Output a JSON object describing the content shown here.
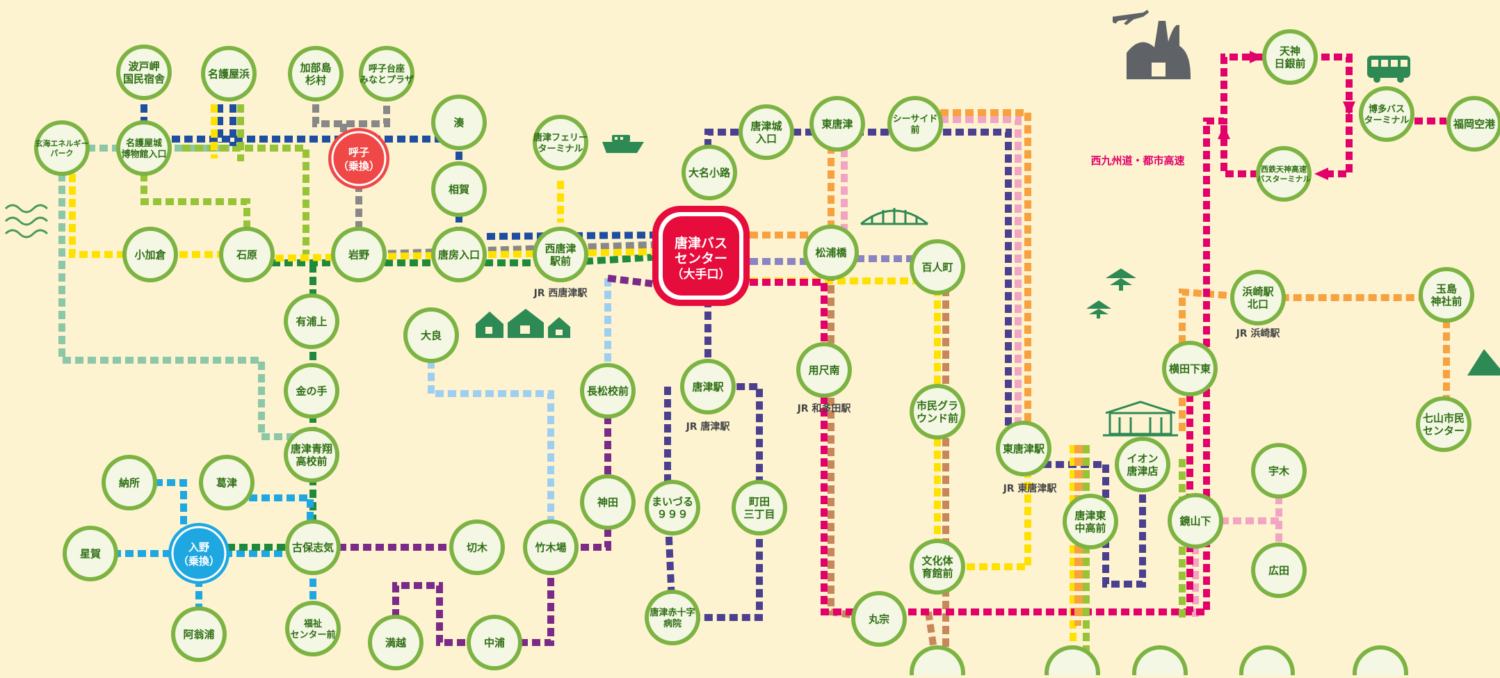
{
  "map_title": "",
  "colors": {
    "background": "#fdf3d0",
    "stop_fill": "#7cb342",
    "stop_inner": "#f3f7e4",
    "stop_text": "#2f6e14",
    "hub_red": "#e60c3c",
    "transfer_red": "#f04747",
    "transfer_blue": "#1ea7e1",
    "highway_magenta": "#e2006a",
    "line_orange": "#f7a13f",
    "line_blue": "#1e4ea0",
    "line_navy": "#4b3f8f",
    "line_green": "#1f8a3c",
    "line_lightgreen": "#97c337",
    "line_mint": "#8cc8a8",
    "line_skyblue": "#9ecff1",
    "line_purple": "#7b2a88",
    "line_pink": "#f2a4c3",
    "line_yellow": "#ffe100",
    "line_brown": "#c8875a",
    "line_lavender": "#8a85c2",
    "icon_gray": "#5f6368"
  },
  "hub": {
    "lines": [
      "唐津バス",
      "センター",
      "（大手口）"
    ]
  },
  "stops": [
    {
      "id": "hadomisaki",
      "lines": [
        "波戸岬",
        "国民宿舎"
      ]
    },
    {
      "id": "nagoyahama",
      "lines": [
        "名護屋浜"
      ]
    },
    {
      "id": "kabeshima",
      "lines": [
        "加部島",
        "杉村"
      ]
    },
    {
      "id": "yobukodai",
      "lines": [
        "呼子台座",
        "みなとプラザ"
      ]
    },
    {
      "id": "genkai",
      "lines": [
        "玄海エネルギー",
        "パーク"
      ]
    },
    {
      "id": "nagoyajo",
      "lines": [
        "名護屋城",
        "博物館入口"
      ]
    },
    {
      "id": "minato",
      "lines": [
        "湊"
      ]
    },
    {
      "id": "ferry",
      "lines": [
        "唐津フェリー",
        "ターミナル"
      ]
    },
    {
      "id": "karatsujo",
      "lines": [
        "唐津城",
        "入口"
      ]
    },
    {
      "id": "higashikaratsu",
      "lines": [
        "東唐津"
      ]
    },
    {
      "id": "seaside",
      "lines": [
        "シーサイド",
        "前"
      ]
    },
    {
      "id": "ohmyo",
      "lines": [
        "大名小路"
      ]
    },
    {
      "id": "ouga",
      "lines": [
        "相賀"
      ]
    },
    {
      "id": "okago",
      "lines": [
        "小加倉"
      ]
    },
    {
      "id": "ishiwara",
      "lines": [
        "石原"
      ]
    },
    {
      "id": "iwano",
      "lines": [
        "岩野"
      ]
    },
    {
      "id": "karabo",
      "lines": [
        "唐房入口"
      ]
    },
    {
      "id": "nishikaratsu",
      "lines": [
        "西唐津",
        "駅前"
      ]
    },
    {
      "id": "matsuurabashi",
      "lines": [
        "松浦橋"
      ]
    },
    {
      "id": "hyakunin",
      "lines": [
        "百人町"
      ]
    },
    {
      "id": "ariuraue",
      "lines": [
        "有浦上"
      ]
    },
    {
      "id": "ora",
      "lines": [
        "大良"
      ]
    },
    {
      "id": "nagamatsu",
      "lines": [
        "長松校前"
      ]
    },
    {
      "id": "karatsueki",
      "lines": [
        "唐津駅"
      ]
    },
    {
      "id": "yoshakunan",
      "lines": [
        "用尺南"
      ]
    },
    {
      "id": "kinnote",
      "lines": [
        "金の手"
      ]
    },
    {
      "id": "shimingrand",
      "lines": [
        "市民グラ",
        "ウンド前"
      ]
    },
    {
      "id": "seisho",
      "lines": [
        "唐津青翔",
        "高校前"
      ]
    },
    {
      "id": "higashikaratsueki",
      "lines": [
        "東唐津駅"
      ]
    },
    {
      "id": "nassho",
      "lines": [
        "納所"
      ]
    },
    {
      "id": "kuzutsu",
      "lines": [
        "葛津"
      ]
    },
    {
      "id": "kanda",
      "lines": [
        "神田"
      ]
    },
    {
      "id": "maizuru",
      "lines": [
        "まいづる",
        "９９９"
      ]
    },
    {
      "id": "machida3",
      "lines": [
        "町田",
        "三丁目"
      ]
    },
    {
      "id": "karatsuhigashi",
      "lines": [
        "唐津東",
        "中高前"
      ]
    },
    {
      "id": "aeon",
      "lines": [
        "イオン",
        "唐津店"
      ]
    },
    {
      "id": "hoshika",
      "lines": [
        "星賀"
      ]
    },
    {
      "id": "koshishiki",
      "lines": [
        "古保志気"
      ]
    },
    {
      "id": "kirigi",
      "lines": [
        "切木"
      ]
    },
    {
      "id": "takenoba",
      "lines": [
        "竹木場"
      ]
    },
    {
      "id": "bunkataiiku",
      "lines": [
        "文化体",
        "育館前"
      ]
    },
    {
      "id": "kagamiyamashita",
      "lines": [
        "鏡山下"
      ]
    },
    {
      "id": "ugi",
      "lines": [
        "宇木"
      ]
    },
    {
      "id": "hirota",
      "lines": [
        "広田"
      ]
    },
    {
      "id": "aikonoura",
      "lines": [
        "阿翁浦"
      ]
    },
    {
      "id": "fukushi",
      "lines": [
        "福祉",
        "センター前"
      ]
    },
    {
      "id": "mikoshi",
      "lines": [
        "満越"
      ]
    },
    {
      "id": "nakaura",
      "lines": [
        "中浦"
      ]
    },
    {
      "id": "sekijuji",
      "lines": [
        "唐津赤十字",
        "病院"
      ]
    },
    {
      "id": "marumune",
      "lines": [
        "丸宗"
      ]
    },
    {
      "id": "yokotashimohigashi",
      "lines": [
        "横田下東"
      ]
    },
    {
      "id": "hamasakikita",
      "lines": [
        "浜崎駅",
        "北口"
      ]
    },
    {
      "id": "tamashima",
      "lines": [
        "玉島",
        "神社前"
      ]
    },
    {
      "id": "nanayama",
      "lines": [
        "七山市民",
        "センター"
      ]
    },
    {
      "id": "tenjin",
      "lines": [
        "天神",
        "日銀前"
      ]
    },
    {
      "id": "hakatabt",
      "lines": [
        "博多バス",
        "ターミナル"
      ]
    },
    {
      "id": "fukuokaairport",
      "lines": [
        "福岡空港"
      ]
    },
    {
      "id": "nishitetsu",
      "lines": [
        "西鉄天神高速",
        "バスターミナル"
      ]
    },
    {
      "id": "bottom1",
      "lines": [
        ""
      ]
    },
    {
      "id": "bottom2",
      "lines": [
        ""
      ]
    },
    {
      "id": "bottom3",
      "lines": [
        ""
      ]
    },
    {
      "id": "bottom4",
      "lines": [
        ""
      ]
    },
    {
      "id": "bottom5",
      "lines": [
        ""
      ]
    }
  ],
  "transfers": [
    {
      "id": "yobuko",
      "lines": [
        "呼子",
        "（乗換）"
      ],
      "color": "#f04747"
    },
    {
      "id": "irino",
      "lines": [
        "入野",
        "（乗換）"
      ],
      "color": "#1ea7e1"
    }
  ],
  "station_labels": [
    {
      "id": "jr-nishikaratsu",
      "text": "JR 西唐津駅"
    },
    {
      "id": "jr-karatsu",
      "text": "JR 唐津駅"
    },
    {
      "id": "jr-wadaura",
      "text": "JR 和多田駅"
    },
    {
      "id": "jr-higashikaratsu",
      "text": "JR 東唐津駅"
    },
    {
      "id": "jr-hamasaki",
      "text": "JR 浜崎駅"
    }
  ],
  "highway_label": "西九州道・都市高速",
  "icons": [
    "airplane-icon",
    "factory-icon",
    "bus-icon",
    "ship-icon",
    "houses-icon",
    "bridge-icon",
    "pine-tree-icon",
    "shopping-mall-icon",
    "waves-icon",
    "mountain-icon"
  ]
}
